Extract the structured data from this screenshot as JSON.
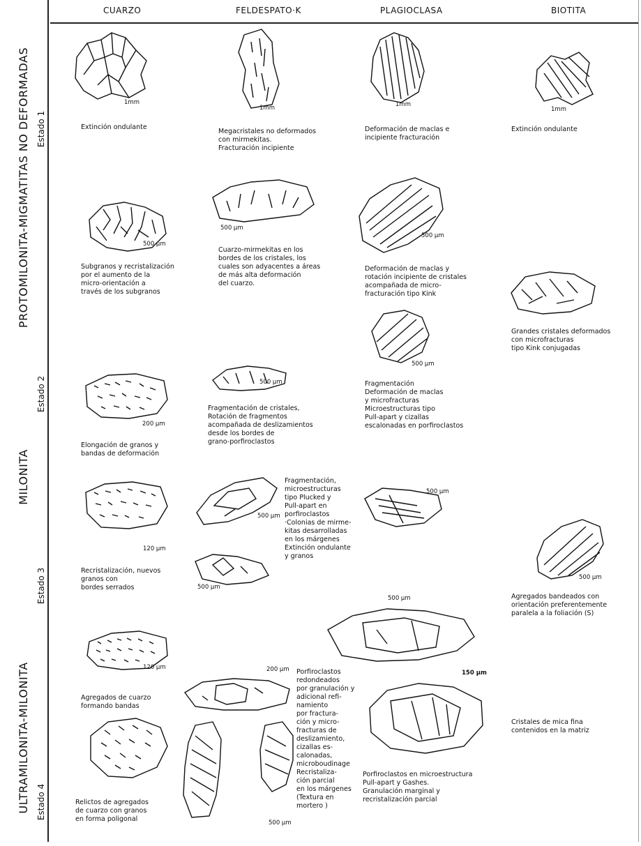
{
  "columns": [
    "CUARZO",
    "FELDESPATO·K",
    "PLAGIOCLASA",
    "BIOTITA"
  ],
  "rock_types": [
    "PROTOMILONITA-MIGMATITAS NO DEFORMADAS",
    "MILONITA",
    "ULTRAMILONITA-MILONITA"
  ],
  "stages": [
    "Estado 1",
    "Estado 2",
    "Estado 3",
    "Estado 4"
  ],
  "captions": {
    "s1_cuarzo": "Extinción ondulante",
    "s1_feld": "Megacristales no deformados\ncon mirmekitas.\nFracturación incipiente",
    "s1_plag": "Deformación de maclas e\nincipiente fracturación",
    "s1_bio": "Extinción ondulante",
    "s1b_cuarzo": "Subgranos y recristalización\npor el aumento de la\nmicro-orientación a\ntravés de los subgranos",
    "s1b_feld": "Cuarzo-mirmekitas en los\nbordes de los cristales, los\ncuales son adyacentes a áreas\nde más alta deformación\ndel cuarzo.",
    "s1b_plag": "Deformación de maclas y\nrotación incipiente de cristales\nacompañada de micro-\nfracturación tipo Kink",
    "s1b_bio": "Grandes cristales deformados\ncon microfracturas\ntipo Kink conjugadas",
    "s2_cuarzo": "Elongación de granos y\nbandas de deformación",
    "s2_feld": "Fragmentación de cristales,\nRotación de fragmentos\nacompañada de deslizamientos\ndesde los bordes de\ngrano-porfiroclastos",
    "s2_plag": "Fragmentación\nDeformación de maclas\ny microfracturas\nMicroestructuras tipo\nPull-apart y cizallas\nescalonadas en porfiroclastos",
    "s3_cuarzo": "Recristalización, nuevos\ngranos con\nbordes serrados",
    "s3_feld": "Fragmentación,\nmicroestructuras\ntipo Plucked y\nPull-apart en\nporfiroclastos\n·Colonias de mirme-\nkitas desarrolladas\nen los márgenes\nExtinción ondulante\ny granos",
    "s3_bio": "Agregados bandeados con\norientación preferentemente\nparalela a la foliación (S)",
    "s4_cuarzo": "Agregados de cuarzo\nformando bandas",
    "s4_cuarzo_b": "Relictos de agregados\nde cuarzo con granos\nen forma poligonal",
    "s4_feld": "Porfiroclastos\nredondeados\npor granulación y\nadicional refi-\nnamiento\npor fractura-\nción y micro-\nfracturas de\ndeslizamiento,\ncizallas es-\ncalonadas,\nmicroboudinage\nRecristaliza-\nción parcial\nen los márgenes\n(Textura en\nmortero )",
    "s4_plag": "Porfiroclastos en microestructura\nPull-apart y Gashes.\nGranulación marginal y\nrecristalización parcial",
    "s4_bio": "Cristales de mica fina\ncontenidos en la matriz"
  },
  "scales": {
    "mm1": "1mm",
    "mm2": "1mm",
    "mm3": "1mm",
    "mm4": "1mm",
    "s500a": "500 µm",
    "s500b": "500 µm",
    "s500c": "500 µm",
    "s500d": "500 µm",
    "s500e": "500 µm",
    "s200a": "200 µm",
    "s500f": "500 µm",
    "s500g": "500 µm",
    "s500h": "500 µm",
    "s120a": "120 µm",
    "s500i": "500 µm",
    "s500j": "500 µm",
    "s120b": "120 µm",
    "s200b": "200 µm",
    "s150": "150 µm",
    "s500k": "500 µm"
  }
}
